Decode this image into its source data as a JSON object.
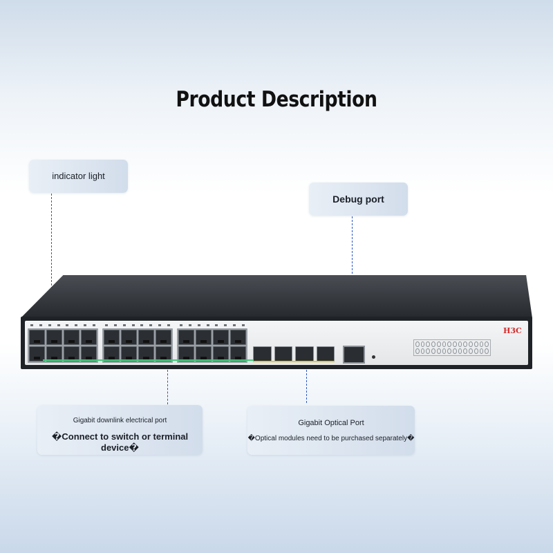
{
  "header": {
    "title": "Product Description"
  },
  "callouts": {
    "indicator": {
      "label": "indicator light"
    },
    "debug": {
      "label": "Debug port"
    },
    "downlink": {
      "title": "Gigabit downlink electrical port",
      "subtitle": "�Connect to switch or terminal device�"
    },
    "optical": {
      "title": "Gigabit Optical Port",
      "subtitle": "�Optical modules need to be purchased separately�"
    }
  },
  "device": {
    "brand": "H3C"
  },
  "colors": {
    "pointer": "#2a56c8",
    "downlink_strip": "#3fcf7a",
    "optical_strip": "#e5cc2e",
    "brand": "#d42a2a"
  }
}
